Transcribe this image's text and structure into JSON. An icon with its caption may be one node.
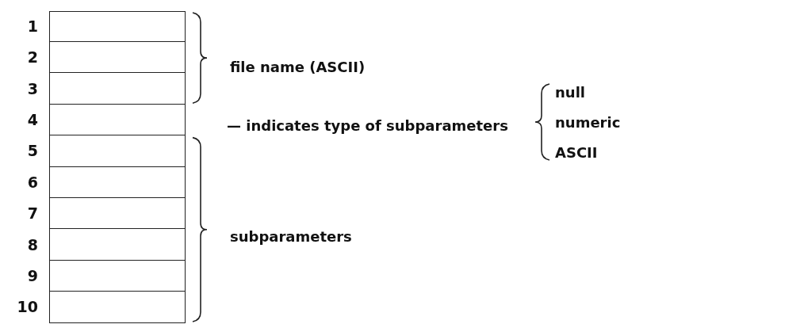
{
  "diagram": {
    "nodes": [
      {
        "text": [],
        "shape": "box",
        "beside": [
          "1"
        ]
      },
      {
        "text": [],
        "shape": "box",
        "beside": [
          "2"
        ]
      },
      {
        "text": [],
        "shape": "box",
        "beside": [
          "3"
        ]
      },
      {
        "text": [],
        "shape": "box",
        "beside": [
          "4"
        ]
      },
      {
        "text": [],
        "shape": "box",
        "beside": [
          "5"
        ]
      },
      {
        "text": [],
        "shape": "box",
        "beside": [
          "6"
        ]
      },
      {
        "text": [],
        "shape": "box",
        "beside": [
          "7"
        ]
      },
      {
        "text": [],
        "shape": "box",
        "beside": [
          "8"
        ]
      },
      {
        "text": [],
        "shape": "box",
        "beside": [
          "9"
        ]
      },
      {
        "text": [],
        "shape": "box",
        "beside": [
          "10"
        ]
      }
    ],
    "labels": [
      "file name (ASCII)",
      "null",
      "— indicates type of subparameters",
      "numeric",
      "ASCII",
      "subparameters"
    ]
  }
}
